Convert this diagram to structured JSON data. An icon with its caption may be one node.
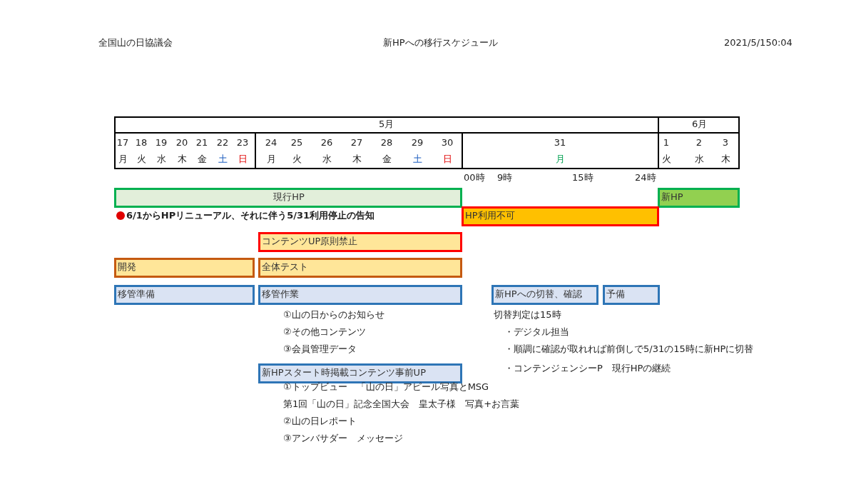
{
  "diagram": {
    "title": "新HPへの移行スケジュール",
    "nodes": [
      {
        "text": [
          "現行HP"
        ]
      },
      {
        "text": [
          "新HP"
        ]
      },
      {
        "text": [
          "HP利用不可"
        ]
      },
      {
        "text": [
          "コンテンツUP原則禁止"
        ]
      },
      {
        "text": [
          "開発"
        ]
      },
      {
        "text": [
          "全体テスト"
        ]
      },
      {
        "text": [
          "移管準備"
        ]
      },
      {
        "text": [
          "移管作業"
        ]
      },
      {
        "text": [
          "新HPへの切替、確認"
        ]
      },
      {
        "text": [
          "予備"
        ]
      },
      {
        "text": [
          "新HPスタート時掲載コンテンツ事前UP"
        ]
      }
    ],
    "labels": [
      "全国山の日協議会",
      "2021/5/150:04",
      "5月",
      "6月",
      "17",
      "18",
      "19",
      "20",
      "21",
      "22",
      "23",
      "24",
      "25",
      "26",
      "27",
      "28",
      "29",
      "30",
      "31",
      "1",
      "2",
      "3",
      "月",
      "火",
      "水",
      "木",
      "金",
      "土",
      "日",
      "月",
      "火",
      "水",
      "木",
      "金",
      "土",
      "日",
      "月",
      "火",
      "水",
      "木",
      "00時",
      "9時",
      "15時",
      "24時",
      "6/1からHPリニューアル、それに伴う5/31利用停止の告知",
      "①山の日からのお知らせ",
      "②その他コンテンツ",
      "③会員管理データ",
      "切替判定は15時",
      "・デジタル担当",
      "・順調に確認が取れれば前倒しで5/31の15時に新HPに切替",
      "・コンテンジェンシーP　現行HPの継続",
      "①トップビュー　「山の日」アピール写真とMSG",
      "第1回「山の日」記念全国大会　皇太子様　写真+お言葉",
      "②山の日レポート",
      "③アンバサダー　メッセージ"
    ]
  }
}
